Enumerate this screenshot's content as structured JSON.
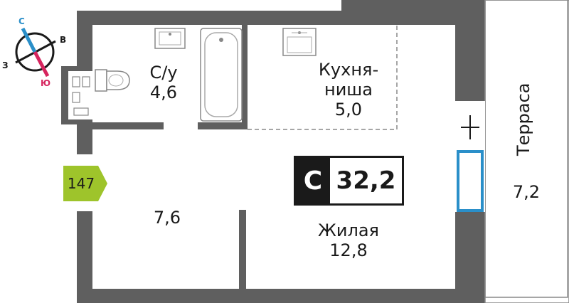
{
  "compass": {
    "north": "С",
    "east": "В",
    "west": "З",
    "south": "Ю",
    "colors": {
      "north": "#2a8fc9",
      "south": "#d6245e"
    }
  },
  "rooms": {
    "bathroom": {
      "name": "С/у",
      "area": "4,6"
    },
    "kitchen": {
      "name_line1": "Кухня-",
      "name_line2": "ниша",
      "area": "5,0"
    },
    "hallway": {
      "area": "7,6"
    },
    "living": {
      "name": "Жилая",
      "area": "12,8"
    },
    "terrace": {
      "name": "Терраса",
      "area": "7,2"
    }
  },
  "unit": {
    "type": "С",
    "total_area": "32,2"
  },
  "apartment_number": "147",
  "colors": {
    "wall": "#5f5f5f",
    "tag": "#9ec42b",
    "window": "#2a8fc9",
    "text": "#1a1a1a"
  }
}
